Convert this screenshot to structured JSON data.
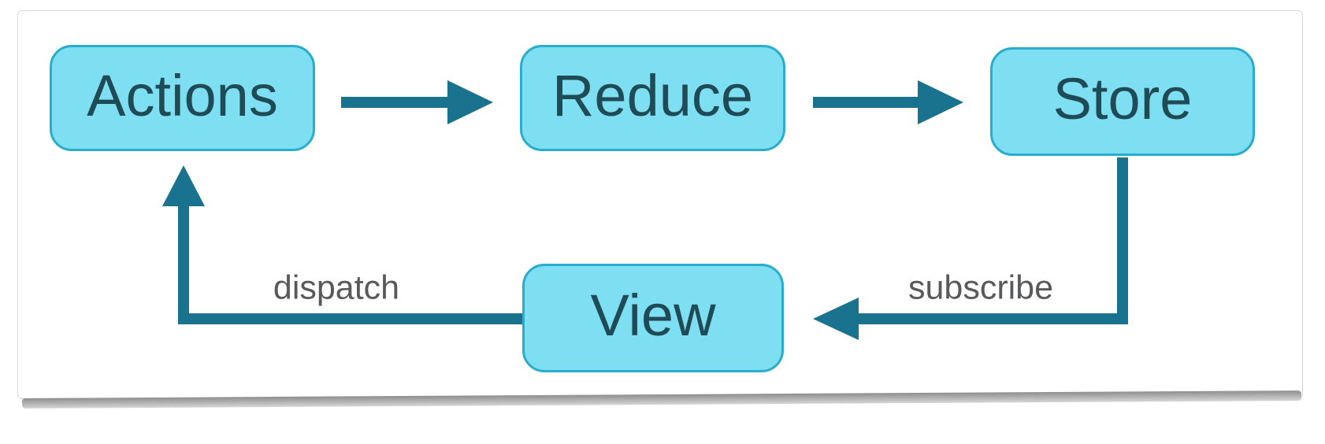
{
  "nodes": [
    {
      "id": "actions",
      "label": "Actions"
    },
    {
      "id": "reduce",
      "label": "Reduce"
    },
    {
      "id": "store",
      "label": "Store"
    },
    {
      "id": "view",
      "label": "View"
    }
  ],
  "edges": [
    {
      "id": "actions-to-reduce",
      "from": "actions",
      "to": "reduce",
      "label": ""
    },
    {
      "id": "reduce-to-store",
      "from": "reduce",
      "to": "store",
      "label": ""
    },
    {
      "id": "store-to-view",
      "from": "store",
      "to": "view",
      "label": "subscribe"
    },
    {
      "id": "view-to-actions",
      "from": "view",
      "to": "actions",
      "label": "dispatch"
    }
  ],
  "colors": {
    "node_fill": "#7edef2",
    "node_border": "#2aaccd",
    "node_text": "#1e4b55",
    "arrow": "#19738f",
    "edge_label": "#58595b",
    "card_background": "#ffffff",
    "card_border": "#d8d8d8",
    "card_bottom_shadow": "#8e8e8e"
  }
}
